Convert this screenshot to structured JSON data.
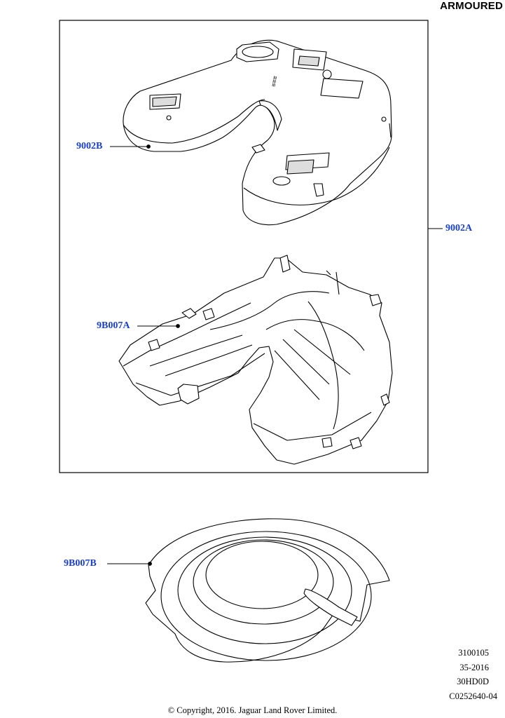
{
  "header": {
    "tag": "ARMOURED"
  },
  "callouts": [
    {
      "id": "9002B",
      "label": "9002B"
    },
    {
      "id": "9002A",
      "label": "9002A"
    },
    {
      "id": "9B007A",
      "label": "9B007A"
    },
    {
      "id": "9B007B",
      "label": "9B007B"
    }
  ],
  "tank_label_text": {
    "mark": "≡≡≡"
  },
  "footer": {
    "codes": [
      "3100105",
      "35-2016",
      "30HD0D",
      "C0252640-04"
    ],
    "copyright": "© Copyright, 2016. Jaguar Land Rover Limited."
  },
  "colors": {
    "callout": "#1a3fcc",
    "line": "#000000"
  }
}
